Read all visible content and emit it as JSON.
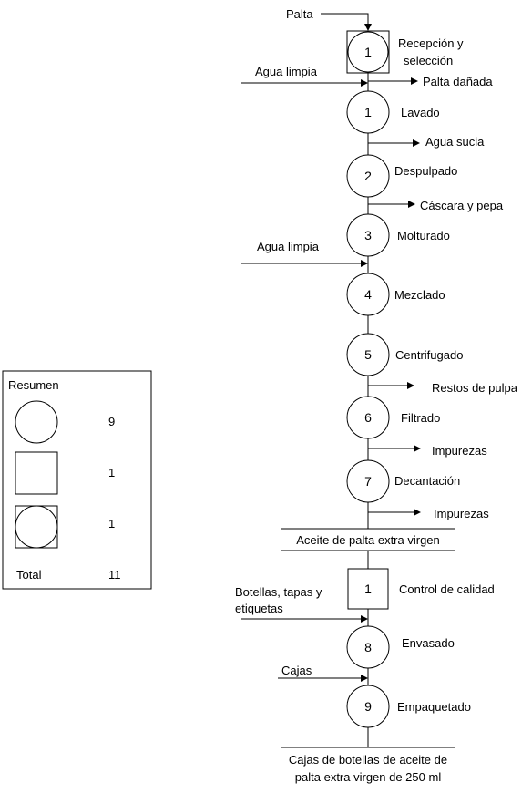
{
  "inputs": {
    "palta": "Palta",
    "agua_limpia_1": "Agua limpia",
    "agua_limpia_2": "Agua limpia",
    "botellas_line1": "Botellas, tapas y",
    "botellas_line2": "etiquetas",
    "cajas": "Cajas"
  },
  "outputs": {
    "palta_danada": "Palta dañada",
    "agua_sucia": "Agua sucia",
    "cascara_pepa": "Cáscara y pepa",
    "restos_pulpa": "Restos de pulpa",
    "impurezas_1": "Impurezas",
    "impurezas_2": "Impurezas"
  },
  "steps": [
    {
      "number": "1",
      "label_line1": "Recepción y",
      "label_line2": "selección",
      "type": "combined"
    },
    {
      "number": "1",
      "label": "Lavado",
      "type": "operation"
    },
    {
      "number": "2",
      "label": "Despulpado",
      "type": "operation"
    },
    {
      "number": "3",
      "label": "Molturado",
      "type": "operation"
    },
    {
      "number": "4",
      "label": "Mezclado",
      "type": "operation"
    },
    {
      "number": "5",
      "label": "Centrifugado",
      "type": "operation"
    },
    {
      "number": "6",
      "label": "Filtrado",
      "type": "operation"
    },
    {
      "number": "7",
      "label": "Decantación",
      "type": "operation"
    },
    {
      "number": "1",
      "label": "Control de calidad",
      "type": "inspection"
    },
    {
      "number": "8",
      "label": "Envasado",
      "type": "operation"
    },
    {
      "number": "9",
      "label": "Empaquetado",
      "type": "operation"
    }
  ],
  "intermediate_product": "Aceite de palta extra virgen",
  "final_product": {
    "line1": "Cajas de botellas de aceite de",
    "line2": "palta extra virgen de 250 ml"
  },
  "summary": {
    "title": "Resumen",
    "operations_count": "9",
    "inspections_count": "1",
    "combined_count": "1",
    "total_label": "Total",
    "total_count": "11"
  }
}
